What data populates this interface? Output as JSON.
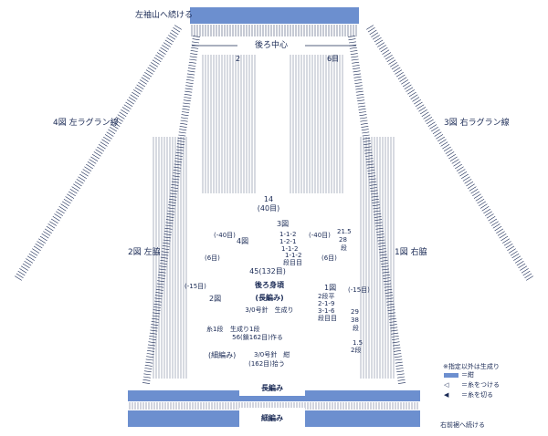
{
  "labels": {
    "top_continue": "左袖山へ続ける",
    "back_center": "後ろ中心",
    "left_raglan": "4図 左ラグラン線",
    "right_raglan": "3図 右ラグラン線",
    "left_side": "2図 左脇",
    "right_side": "1図 右脇",
    "bottom_continue": "右前裾へ続ける",
    "long_knit_band": "長編み",
    "fine_knit_band": "細編み",
    "mark_2": "2",
    "mark_6me": "6目"
  },
  "schematic": {
    "top_width": "14",
    "top_stitches": "(40目)",
    "fig3": "3図",
    "fig4": "4図",
    "left_decrease": "(-40目)",
    "right_decrease": "(-40目)",
    "left_6me": "(6目)",
    "right_6me": "(6目)",
    "rows_right": [
      "1-1-2",
      "1-2-1",
      "1-1-2",
      "1-1-2",
      "段目目"
    ],
    "height_top": "21.5",
    "height_top_rows": "28",
    "height_top_unit": "段",
    "mid_width": "45(132目)",
    "fig2": "2図",
    "fig1": "1図",
    "left_minus15": "(-15目)",
    "right_minus15": "(-15目)",
    "title": "後ろ身頃",
    "subtitle": "(長編み)",
    "hook": "3/0号針　生成り",
    "dec_rows": [
      "2段平",
      "2-1-9",
      "3-1-6",
      "段目目"
    ],
    "height_body": "29",
    "height_body_rows": "38",
    "height_body_unit": "段",
    "tiny_note": "糸1段",
    "yarn_note": "生成り1段",
    "chain_start": "56(鎖162目)作る",
    "band_label": "(細編み)",
    "band_hook": "3/0号針　紺",
    "band_stitches": "(162目)拾う",
    "right_1_5": "1.5",
    "right_2_dan": "2段"
  },
  "legend": {
    "note": "※指定以外は生成り",
    "items": [
      "＝紺",
      "＝糸をつける",
      "＝糸を切る"
    ]
  },
  "colors": {
    "navy": "#1a2a55",
    "blue_band": "#6c8fcf"
  }
}
